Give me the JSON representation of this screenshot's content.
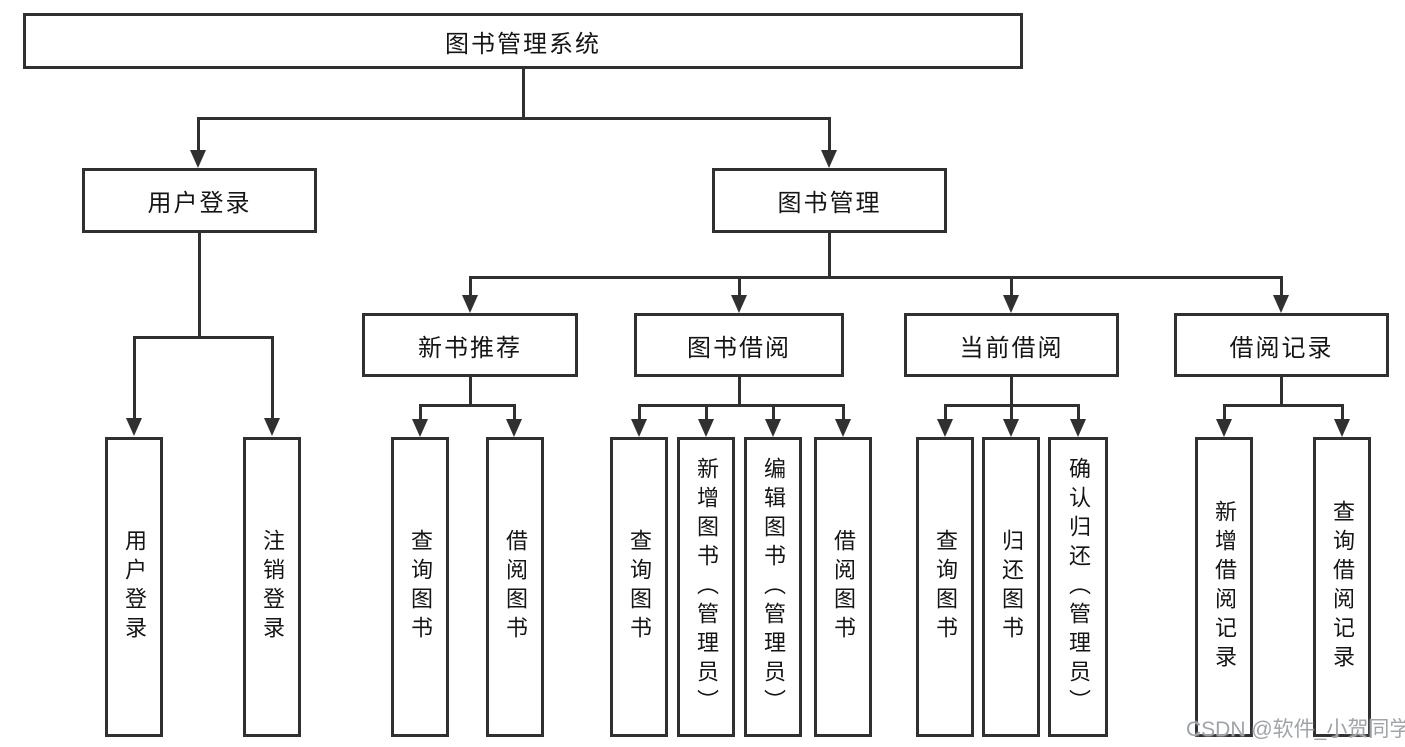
{
  "tree": {
    "label": "图书管理系统",
    "children": [
      {
        "label": "用户登录",
        "children": [
          {
            "label": "用户登录"
          },
          {
            "label": "注销登录"
          }
        ]
      },
      {
        "label": "图书管理",
        "children": [
          {
            "label": "新书推荐",
            "children": [
              {
                "label": "查询图书"
              },
              {
                "label": "借阅图书"
              }
            ]
          },
          {
            "label": "图书借阅",
            "children": [
              {
                "label": "查询图书"
              },
              {
                "label": "新增图书（管理员）"
              },
              {
                "label": "编辑图书（管理员）"
              },
              {
                "label": "借阅图书"
              }
            ]
          },
          {
            "label": "当前借阅",
            "children": [
              {
                "label": "查询图书"
              },
              {
                "label": "归还图书"
              },
              {
                "label": "确认归还（管理员）"
              }
            ]
          },
          {
            "label": "借阅记录",
            "children": [
              {
                "label": "新增借阅记录"
              },
              {
                "label": "查询借阅记录"
              }
            ]
          }
        ]
      }
    ]
  },
  "watermark": {
    "text": "CSDN @软件_小贺同学"
  },
  "colors": {
    "line": "#303030",
    "text": "#151515",
    "watermark": "#a0a4a8",
    "background": "#ffffff"
  }
}
